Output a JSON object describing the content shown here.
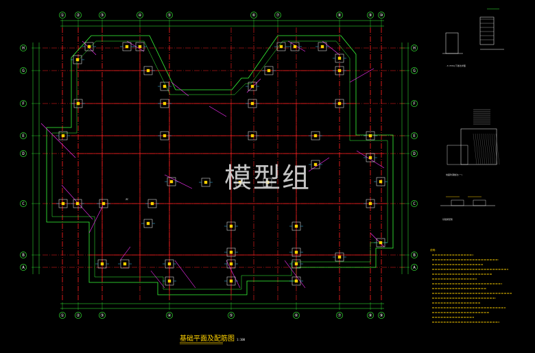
{
  "drawing": {
    "title": "基础平面及配筋图",
    "scale": "1:100",
    "watermark": "模型组",
    "center_label": "ZC"
  },
  "grid": {
    "columns_top": [
      "①",
      "②",
      "③",
      "④",
      "⑤",
      "⑥",
      "⑦",
      "⑧",
      "⑨",
      "⑩"
    ],
    "columns_bottom": [
      "①",
      "②",
      "③",
      "④",
      "⑤",
      "⑥",
      "⑦",
      "⑧",
      "⑨"
    ],
    "rows_left": [
      "H",
      "G",
      "F",
      "E",
      "D",
      "C",
      "B",
      "A"
    ],
    "rows_right": [
      "H",
      "G",
      "F",
      "E",
      "D",
      "C",
      "B",
      "A"
    ]
  },
  "details": {
    "section_label": "-0.050以下做法详图",
    "waterproof_label": "地面防潮做法(一)",
    "strip_label": "基础梁配筋",
    "note_title": "说明："
  },
  "colors": {
    "background": "#000000",
    "grid_line": "#ff2020",
    "axis_dim": "#39ff39",
    "outline": "#39ff39",
    "column": "#ffd200",
    "beam_marker": "#ffffff",
    "diagonal": "#ff30ff",
    "dim_text": "#d8d8d8",
    "bubble": "#39ff39"
  }
}
